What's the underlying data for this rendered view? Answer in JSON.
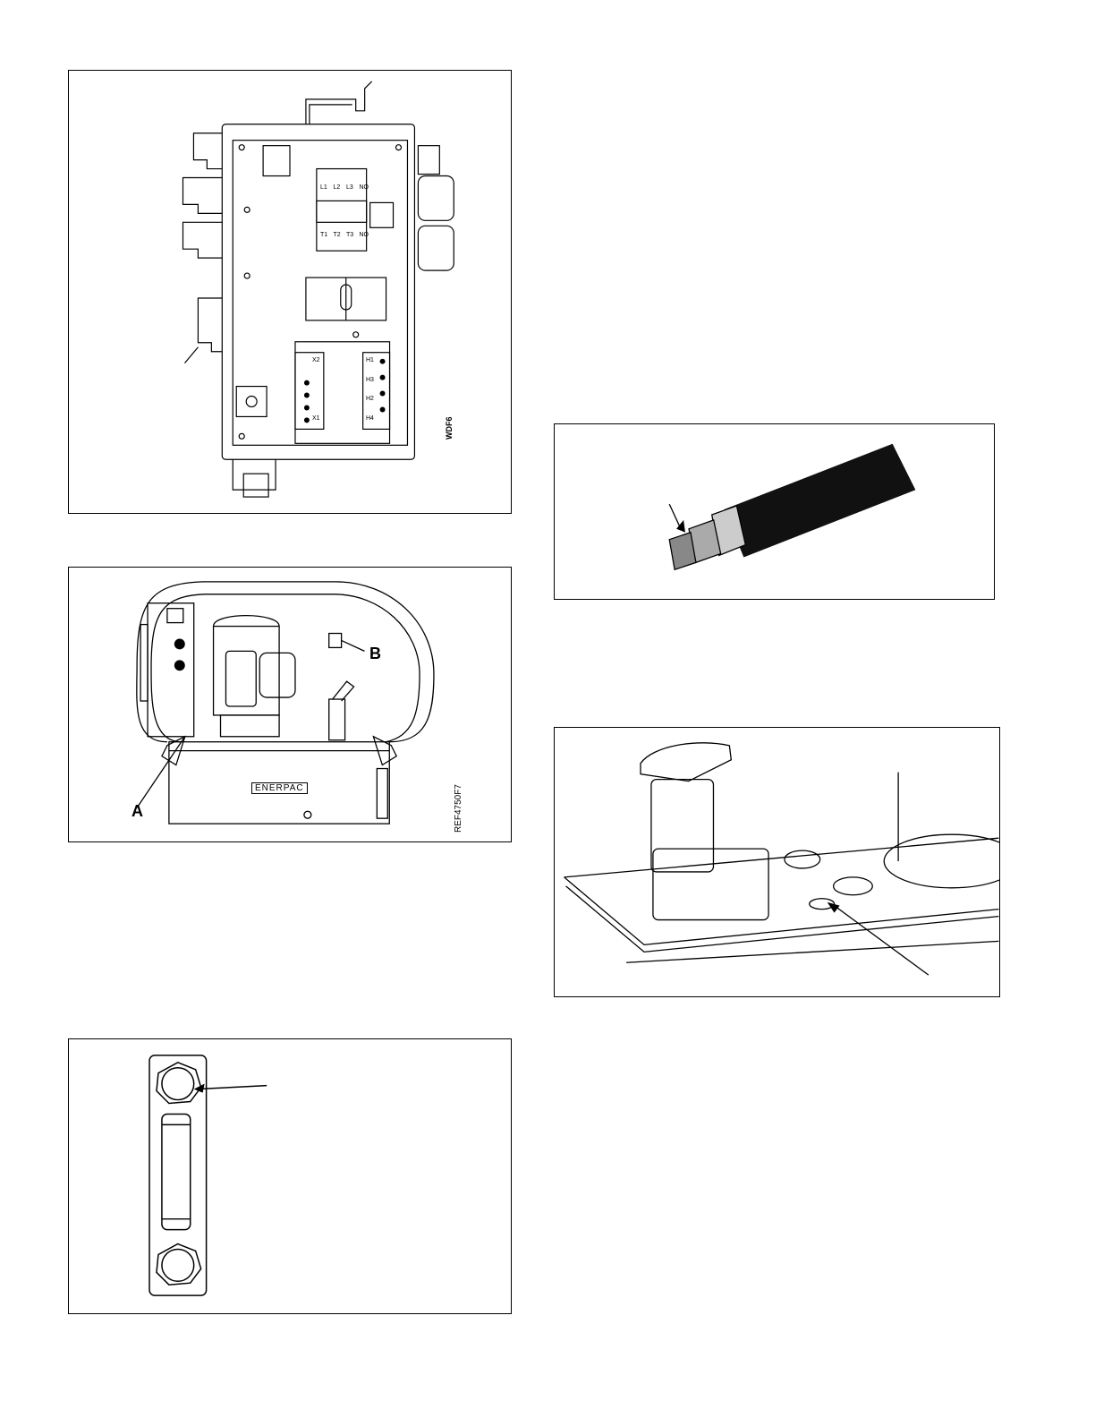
{
  "figures": {
    "control_box": {
      "code": "WDF6",
      "terminal_top": [
        "L1",
        "L2",
        "L3",
        "NO"
      ],
      "terminal_bottom": [
        "T1",
        "T2",
        "T3",
        "NO"
      ],
      "strip_left": [
        "X2",
        "X1"
      ],
      "strip_right": [
        "H1",
        "H3",
        "H2",
        "H4"
      ]
    },
    "pump_unit": {
      "code": "REF4750F7",
      "label_a": "A",
      "label_b": "B",
      "brand": "ENERPAC"
    },
    "sight_gauge": {},
    "hose_fitting": {},
    "reservoir_plate": {}
  }
}
